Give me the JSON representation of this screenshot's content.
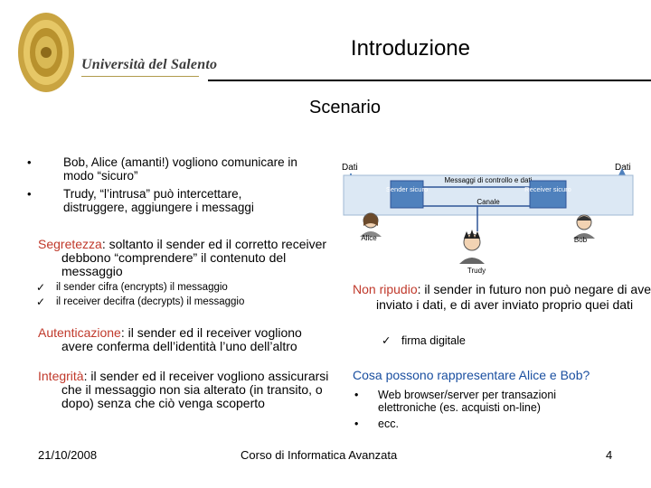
{
  "header": {
    "university": "Università del Salento",
    "title": "Introduzione",
    "subtitle": "Scenario"
  },
  "colors": {
    "highlight_red": "#c0392b",
    "highlight_blue": "#1a4fa0",
    "diagram_bg": "#dce8f4",
    "box_blue": "#4f81bd"
  },
  "left": {
    "bullets": [
      "Bob, Alice (amanti!) vogliono comunicare in modo “sicuro”",
      "Trudy, “l’intrusa” può intercettare, distruggere, aggiungere i messaggi"
    ],
    "secrecy": {
      "term": "Segretezza",
      "text": ": soltanto il sender ed il corretto receiver debbono “comprendere” il contenuto del messaggio",
      "subitems": [
        "il sender cifra (encrypts) il messaggio",
        "il receiver decifra (decrypts) il messaggio"
      ]
    },
    "authentication": {
      "term": "Autenticazione",
      "text": ": il sender ed il receiver vogliono avere conferma dell’identità l’uno dell’altro"
    },
    "integrity": {
      "term": "Integrità",
      "text": ": il sender ed il receiver vogliono assicurarsi che il messaggio non sia alterato (in transito, o dopo) senza che ciò venga scoperto"
    }
  },
  "diagram": {
    "data_left": "Dati",
    "data_right": "Dati",
    "messages_label": "Messaggi di controllo e dati",
    "sender_box": "Sender sicuro",
    "receiver_box": "Receiver sicuro",
    "channel_label": "Canale",
    "alice": "Alice",
    "bob": "Bob",
    "trudy": "Trudy"
  },
  "right": {
    "non_repudiation": {
      "term": "Non ripudio",
      "text": ": il sender in futuro non può negare di aver inviato i dati, e di aver inviato proprio quei dati",
      "subitem": "firma digitale"
    },
    "question": "Cosa possono rappresentare Alice e Bob?",
    "bullets": [
      "Web browser/server per transazioni elettroniche (es. acquisti on-line)",
      "ecc."
    ]
  },
  "footer": {
    "date": "21/10/2008",
    "course": "Corso di Informatica Avanzata",
    "page": "4"
  }
}
